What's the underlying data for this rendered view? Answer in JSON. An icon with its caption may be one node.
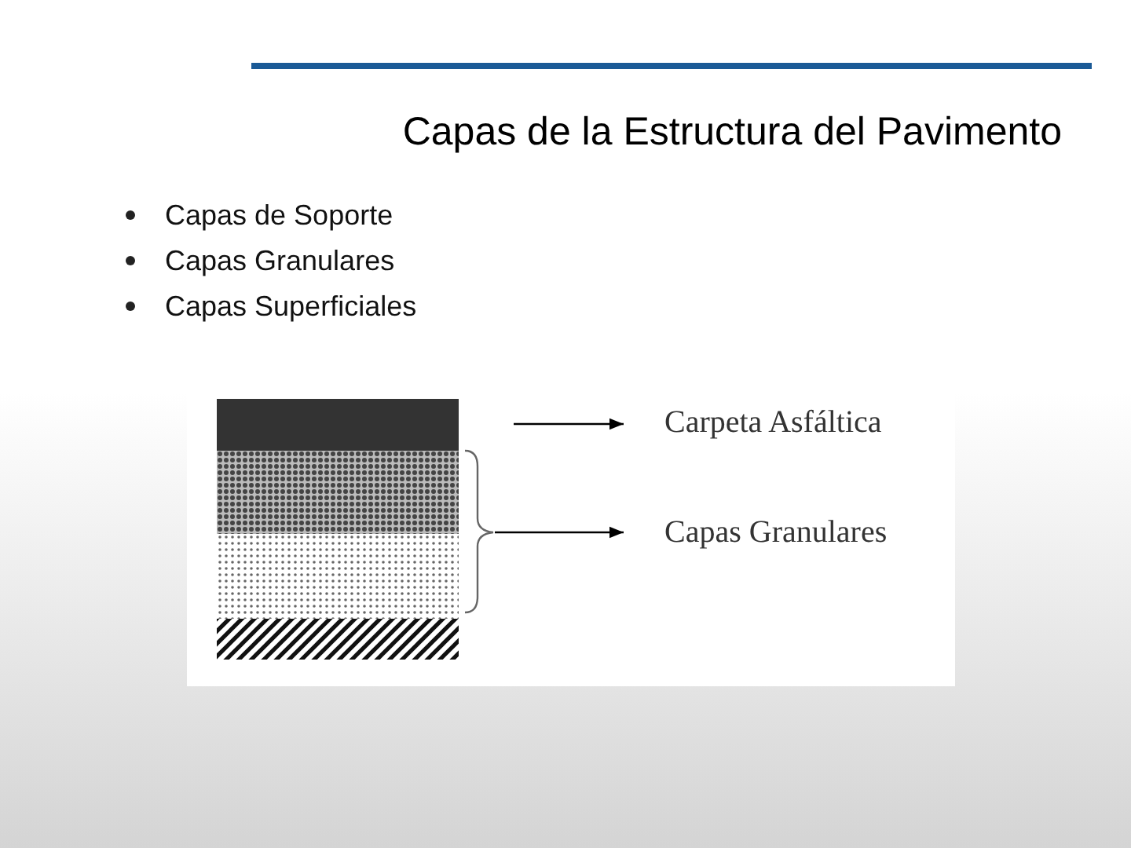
{
  "diagram": {
    "title": "Capas de la Estructura del Pavimento",
    "nodes": [
      {
        "text": [],
        "shape": "bar"
      },
      {
        "text": [],
        "shape": "bar"
      },
      {
        "text": [],
        "shape": "bar"
      },
      {
        "text": [],
        "shape": "bar"
      },
      {
        "text": [
          "Carpeta Asfáltica"
        ]
      },
      {
        "text": [
          "Capas Granulares"
        ]
      },
      {
        "text": [],
        "shape": "brace"
      }
    ],
    "edges": [
      {
        "from": null,
        "to": 4,
        "arrow": "to"
      },
      {
        "from": 6,
        "to": 5,
        "arrow": "to"
      }
    ],
    "labels": [
      "Capas de Soporte",
      "Capas Granulares",
      "Capas Superficiales"
    ]
  }
}
